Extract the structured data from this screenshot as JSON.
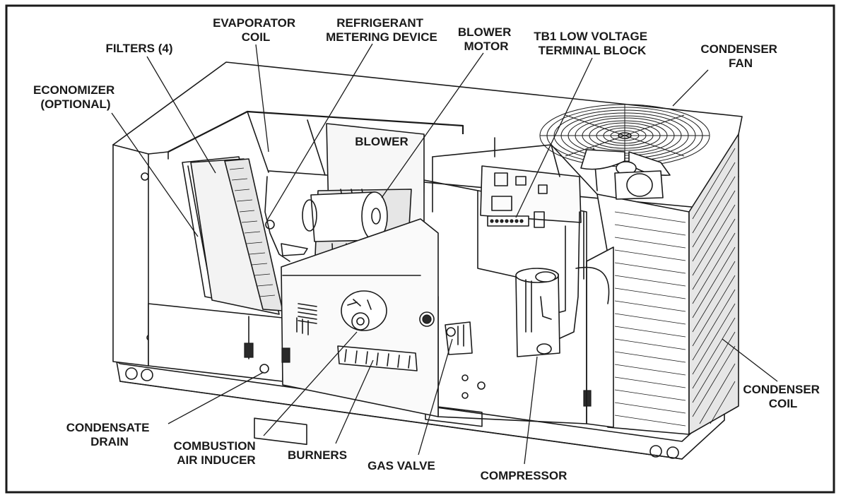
{
  "diagram": {
    "labels": {
      "economizer": [
        "ECONOMIZER",
        "(OPTIONAL)"
      ],
      "filters": [
        "FILTERS (4)"
      ],
      "evaporator_coil": [
        "EVAPORATOR",
        "COIL"
      ],
      "metering_device": [
        "REFRIGERANT",
        "METERING DEVICE"
      ],
      "blower_motor": [
        "BLOWER",
        "MOTOR"
      ],
      "terminal_block": [
        "TB1 LOW VOLTAGE",
        "TERMINAL BLOCK"
      ],
      "condenser_fan": [
        "CONDENSER",
        "FAN"
      ],
      "blower": [
        "BLOWER"
      ],
      "condenser_coil": [
        "CONDENSER",
        "COIL"
      ],
      "condensate_drain": [
        "CONDENSATE",
        "DRAIN"
      ],
      "combustion_air_inducer": [
        "COMBUSTION",
        "AIR INDUCER"
      ],
      "burners": [
        "BURNERS"
      ],
      "gas_valve": [
        "GAS VALVE"
      ],
      "compressor": [
        "COMPRESSOR"
      ]
    }
  }
}
